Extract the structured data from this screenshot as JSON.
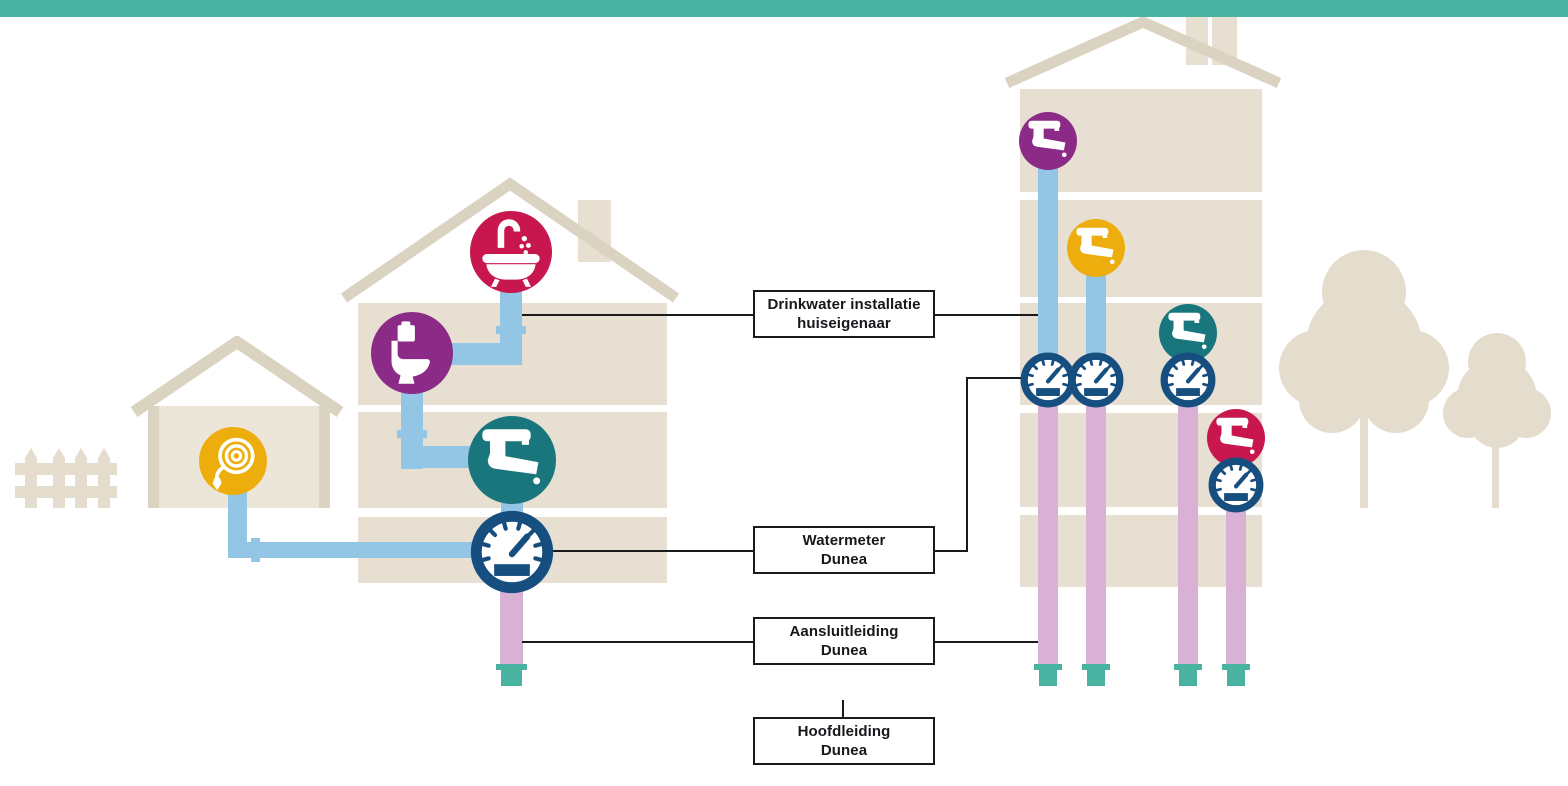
{
  "colors": {
    "beige": "#E7E0D2",
    "beige_inner": "#ECE6D9",
    "beige_outline": "#DBD3C1",
    "beige_scenery": "#E4DDCD",
    "blue": "#93C6E5",
    "pink": "#D9B1D5",
    "green": "#49B2A1",
    "navy": "#174E80",
    "crimson": "#C8174E",
    "purple": "#8C2B87",
    "teal": "#1A767D",
    "yellow": "#ECAD0D",
    "line": "#1A1A1A",
    "label_text": "#17171C"
  },
  "icons": {
    "bath": "bath-shower-icon",
    "toilet": "toilet-icon",
    "tap": "faucet-icon",
    "meter": "water-meter-icon",
    "hose": "garden-hose-icon"
  },
  "labels": {
    "drinkwater": {
      "line1": "Drinkwater installatie",
      "line2": "huiseigenaar"
    },
    "watermeter": {
      "line1": "Watermeter",
      "line2": "Dunea"
    },
    "aansluitleiding": {
      "line1": "Aansluitleiding",
      "line2": "Dunea"
    },
    "hoofdleiding": {
      "line1": "Hoofdleiding",
      "line2": "Dunea"
    }
  }
}
